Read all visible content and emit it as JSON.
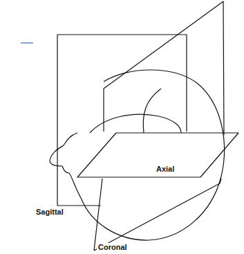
{
  "diagram": {
    "labels": [
      "Axial",
      "Sagittal",
      "Coronal"
    ]
  }
}
